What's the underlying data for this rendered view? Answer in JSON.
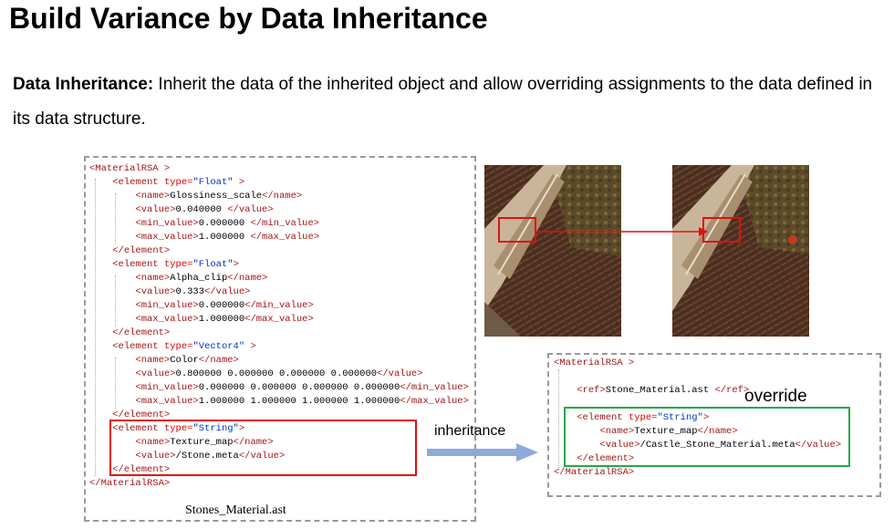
{
  "slide": {
    "title": "Build Variance by Data Inheritance",
    "description_term": "Data Inheritance:",
    "description_text": " Inherit the data of the inherited object and allow overriding assignments to the data defined in its data structure."
  },
  "left_code": {
    "lines": [
      {
        "indent": 0,
        "parts": [
          [
            "tag",
            "<MaterialRSA >"
          ]
        ]
      },
      {
        "indent": 1,
        "parts": [
          [
            "tag",
            "<element "
          ],
          [
            "attr",
            "type="
          ],
          [
            "str",
            "\"Float\""
          ],
          [
            "tag",
            " >"
          ]
        ]
      },
      {
        "indent": 2,
        "parts": [
          [
            "tag",
            "<name>"
          ],
          [
            "txt",
            "Glossiness_scale"
          ],
          [
            "tag",
            "</name>"
          ]
        ]
      },
      {
        "indent": 2,
        "parts": [
          [
            "tag",
            "<value>"
          ],
          [
            "txt",
            "0.040000 "
          ],
          [
            "tag",
            "</value>"
          ]
        ]
      },
      {
        "indent": 2,
        "parts": [
          [
            "tag",
            "<min_value>"
          ],
          [
            "txt",
            "0.000000 "
          ],
          [
            "tag",
            "</min_value>"
          ]
        ]
      },
      {
        "indent": 2,
        "parts": [
          [
            "tag",
            "<max_value>"
          ],
          [
            "txt",
            "1.000000 "
          ],
          [
            "tag",
            "</max_value>"
          ]
        ]
      },
      {
        "indent": 1,
        "parts": [
          [
            "tag",
            "</element>"
          ]
        ]
      },
      {
        "indent": 1,
        "parts": [
          [
            "tag",
            "<element "
          ],
          [
            "attr",
            "type="
          ],
          [
            "str",
            "\"Float\""
          ],
          [
            "tag",
            ">"
          ]
        ]
      },
      {
        "indent": 2,
        "parts": [
          [
            "tag",
            "<name>"
          ],
          [
            "txt",
            "Alpha_clip"
          ],
          [
            "tag",
            "</name>"
          ]
        ]
      },
      {
        "indent": 2,
        "parts": [
          [
            "tag",
            "<value>"
          ],
          [
            "txt",
            "0.333"
          ],
          [
            "tag",
            "</value>"
          ]
        ]
      },
      {
        "indent": 2,
        "parts": [
          [
            "tag",
            "<min_value>"
          ],
          [
            "txt",
            "0.000000"
          ],
          [
            "tag",
            "</min_value>"
          ]
        ]
      },
      {
        "indent": 2,
        "parts": [
          [
            "tag",
            "<max_value>"
          ],
          [
            "txt",
            "1.000000"
          ],
          [
            "tag",
            "</max_value>"
          ]
        ]
      },
      {
        "indent": 1,
        "parts": [
          [
            "tag",
            "</element>"
          ]
        ]
      },
      {
        "indent": 1,
        "parts": [
          [
            "tag",
            "<element "
          ],
          [
            "attr",
            "type="
          ],
          [
            "str",
            "\"Vector4\""
          ],
          [
            "tag",
            " >"
          ]
        ]
      },
      {
        "indent": 2,
        "parts": [
          [
            "tag",
            "<name>"
          ],
          [
            "txt",
            "Color"
          ],
          [
            "tag",
            "</name>"
          ]
        ]
      },
      {
        "indent": 2,
        "parts": [
          [
            "tag",
            "<value>"
          ],
          [
            "txt",
            "0.800000 0.000000 0.000000 0.000000"
          ],
          [
            "tag",
            "</value>"
          ]
        ]
      },
      {
        "indent": 2,
        "parts": [
          [
            "tag",
            "<min_value>"
          ],
          [
            "txt",
            "0.000000 0.000000 0.000000 0.000000"
          ],
          [
            "tag",
            "</min_value>"
          ]
        ]
      },
      {
        "indent": 2,
        "parts": [
          [
            "tag",
            "<max_value>"
          ],
          [
            "txt",
            "1.000000 1.000000 1.000000 1.000000"
          ],
          [
            "tag",
            "</max_value>"
          ]
        ]
      },
      {
        "indent": 1,
        "parts": [
          [
            "tag",
            "</element>"
          ]
        ]
      },
      {
        "indent": 1,
        "parts": [
          [
            "tag",
            "<element "
          ],
          [
            "attr",
            "type="
          ],
          [
            "str",
            "\"String\""
          ],
          [
            "tag",
            ">"
          ]
        ]
      },
      {
        "indent": 2,
        "parts": [
          [
            "tag",
            "<name>"
          ],
          [
            "txt",
            "Texture_map"
          ],
          [
            "tag",
            "</name>"
          ]
        ]
      },
      {
        "indent": 2,
        "parts": [
          [
            "tag",
            "<value>"
          ],
          [
            "txt",
            "/Stone.meta"
          ],
          [
            "tag",
            "</value>"
          ]
        ]
      },
      {
        "indent": 1,
        "parts": [
          [
            "tag",
            "</element>"
          ]
        ]
      },
      {
        "indent": 0,
        "parts": [
          [
            "tag",
            "</MaterialRSA>"
          ]
        ]
      }
    ],
    "filename": "Stones_Material.ast"
  },
  "right_code": {
    "lines": [
      {
        "indent": 0,
        "parts": [
          [
            "tag",
            "<MaterialRSA >"
          ]
        ]
      },
      {
        "indent": 0,
        "parts": []
      },
      {
        "indent": 1,
        "parts": [
          [
            "tag",
            "<ref>"
          ],
          [
            "txt",
            "Stone_Material.ast "
          ],
          [
            "tag",
            "</ref>"
          ]
        ]
      },
      {
        "indent": 0,
        "parts": []
      },
      {
        "indent": 1,
        "parts": [
          [
            "tag",
            "<element "
          ],
          [
            "attr",
            "type="
          ],
          [
            "str",
            "\"String\""
          ],
          [
            "tag",
            ">"
          ]
        ]
      },
      {
        "indent": 2,
        "parts": [
          [
            "tag",
            "<name>"
          ],
          [
            "txt",
            "Texture_map"
          ],
          [
            "tag",
            "</name>"
          ]
        ]
      },
      {
        "indent": 2,
        "parts": [
          [
            "tag",
            "<value>"
          ],
          [
            "txt",
            "/Castle_Stone_Material.meta"
          ],
          [
            "tag",
            "</value>"
          ]
        ]
      },
      {
        "indent": 1,
        "parts": [
          [
            "tag",
            "</element>"
          ]
        ]
      },
      {
        "indent": 0,
        "parts": [
          [
            "tag",
            "</MaterialRSA>"
          ]
        ]
      }
    ]
  },
  "labels": {
    "inheritance": "inheritance",
    "override": "override"
  },
  "colors": {
    "highlight_red": "#e01010",
    "highlight_green": "#22a94a",
    "arrow_blue": "#8eaadb"
  }
}
